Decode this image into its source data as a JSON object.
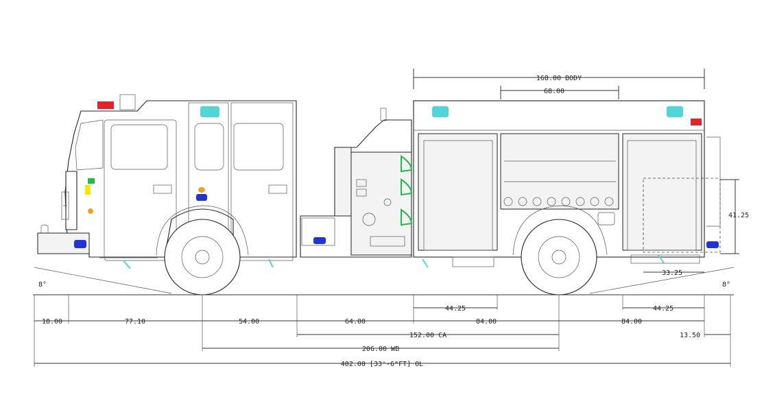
{
  "dimensions": {
    "body": "168.00 BODY",
    "body_inner": "68.00",
    "height_right": "41.25",
    "rear_offset": "33.25",
    "front_angle": "8°",
    "rear_angle": "8°",
    "front_overhang": "18.00",
    "front_to_axle": "77.10",
    "axle_to_cab": "54.00",
    "pump_section": "64.00",
    "body_to_axle": "84.00",
    "rear_axle_to_end": "84.00",
    "front_compartment": "44.25",
    "rear_compartment": "44.25",
    "ca": "152.00 CA",
    "wb": "206.00 WB",
    "rear_step": "13.50",
    "overall_length": "402.00 [33'-6\"FT] OL"
  },
  "colors": {
    "warning_red": "#e8202a",
    "light_cyan": "#4fd6d8",
    "marker_blue": "#1f33d6",
    "marker_amber": "#f0a020",
    "valve_green": "#22b84a"
  }
}
